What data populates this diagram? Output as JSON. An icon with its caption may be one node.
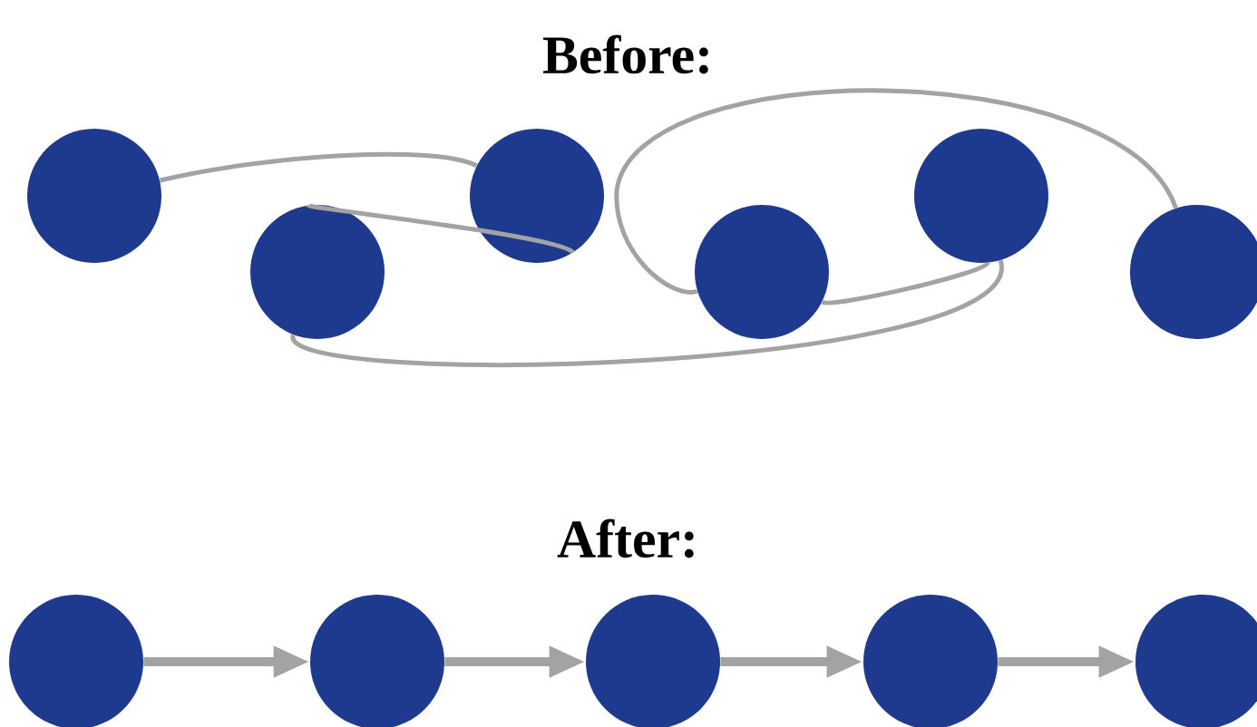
{
  "diagram": {
    "nodes": [
      {
        "text": [],
        "shape": "circle"
      },
      {
        "text": [],
        "shape": "circle"
      },
      {
        "text": [],
        "shape": "circle"
      },
      {
        "text": [],
        "shape": "circle"
      },
      {
        "text": [],
        "shape": "circle"
      },
      {
        "text": [],
        "shape": "circle"
      },
      {
        "text": [],
        "shape": "circle"
      },
      {
        "text": [],
        "shape": "circle"
      },
      {
        "text": [],
        "shape": "circle"
      },
      {
        "text": [],
        "shape": "circle"
      },
      {
        "text": [],
        "shape": "circle"
      }
    ],
    "edges": [
      {
        "from": 0,
        "to": 2,
        "arrow": "none"
      },
      {
        "from": 2,
        "to": 1,
        "arrow": "none"
      },
      {
        "from": 1,
        "to": 4,
        "arrow": "none"
      },
      {
        "from": 4,
        "to": 3,
        "arrow": "none"
      },
      {
        "from": 3,
        "to": 5,
        "arrow": "none"
      },
      {
        "from": 6,
        "to": 7,
        "arrow": "to",
        "style": "thick"
      },
      {
        "from": 7,
        "to": 8,
        "arrow": "to",
        "style": "thick"
      },
      {
        "from": 8,
        "to": 9,
        "arrow": "to",
        "style": "thick"
      },
      {
        "from": 9,
        "to": 10,
        "arrow": "to",
        "style": "thick"
      }
    ],
    "labels": [
      "Before:",
      "After:"
    ]
  }
}
